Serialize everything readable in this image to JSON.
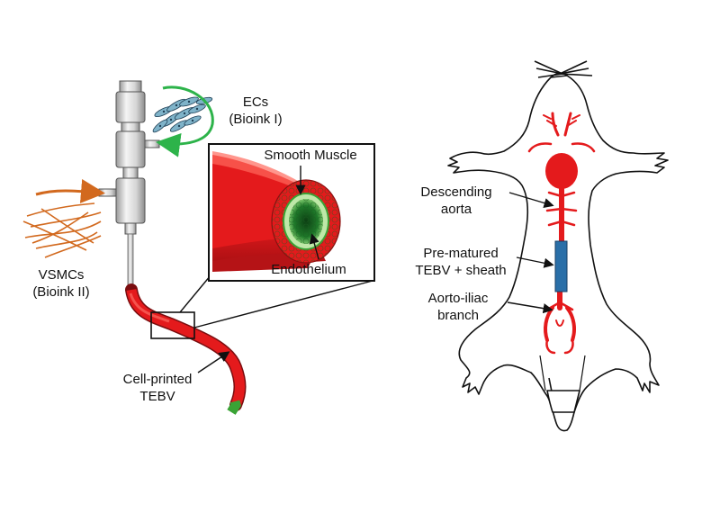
{
  "labels": {
    "ecs": {
      "line1": "ECs",
      "line2": "(Bioink I)"
    },
    "vsmcs": {
      "line1": "VSMCs",
      "line2": "(Bioink II)"
    },
    "smooth_muscle": "Smooth Muscle",
    "endothelium": "Endothelium",
    "cell_printed": {
      "line1": "Cell-printed",
      "line2": "TEBV"
    },
    "descending": {
      "line1": "Descending",
      "line2": "aorta"
    },
    "prematured": {
      "line1": "Pre-matured",
      "line2": "TEBV + sheath"
    },
    "aorto": {
      "line1": "Aorto-iliac",
      "line2": "branch"
    }
  },
  "colors": {
    "vessel_red": "#e41a1c",
    "endothelium_green": "#3aa335",
    "ec_arrow_green": "#2db34a",
    "vsmc_orange": "#d2691e",
    "graft_blue": "#2a6fa8",
    "outline": "#111111"
  },
  "icons": {
    "printer": "coaxial-nozzle-printer-icon",
    "ec_cells": "endothelial-cells-icon",
    "vsmc_cells": "smooth-muscle-cells-icon",
    "rat": "rat-outline-icon"
  }
}
